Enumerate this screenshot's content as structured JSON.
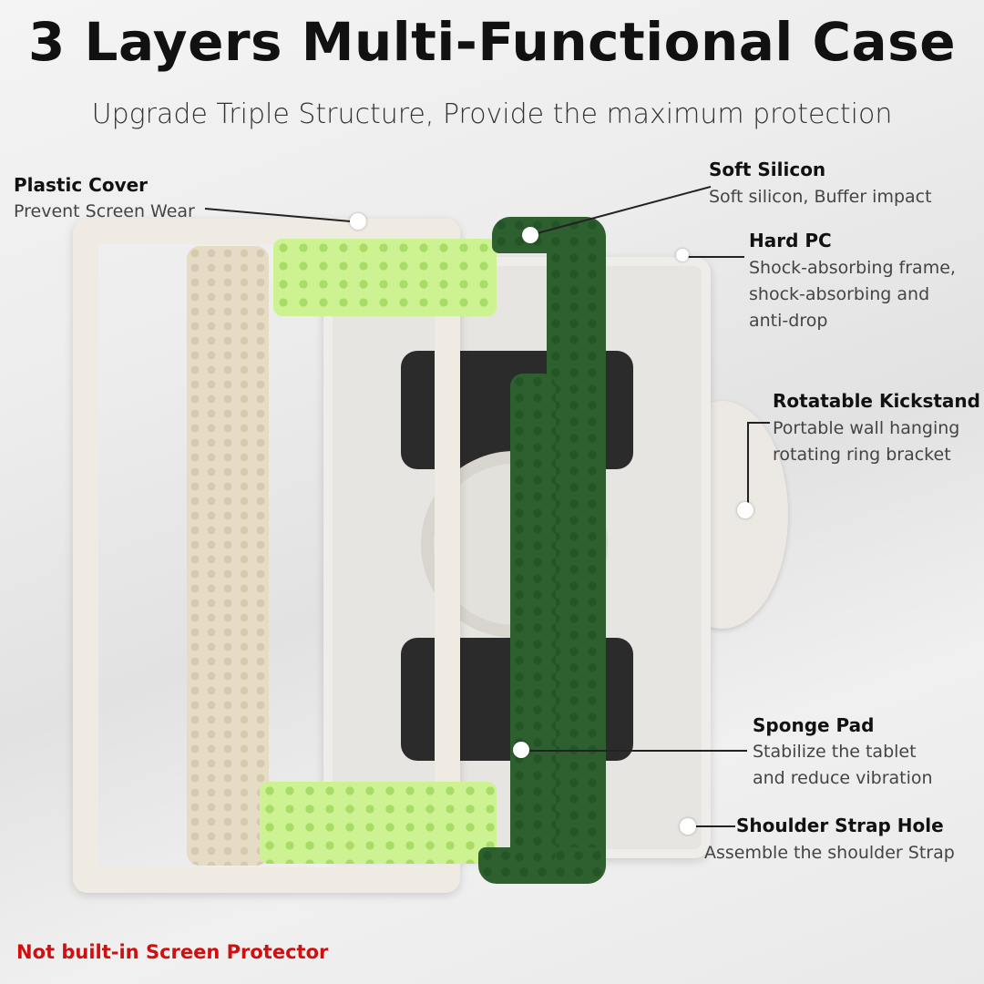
{
  "header": {
    "title": "3 Layers Multi-Functional Case",
    "subtitle": "Upgrade Triple Structure, Provide the maximum protection"
  },
  "callouts": {
    "plastic_cover": {
      "label": "Plastic Cover",
      "desc": "Prevent Screen Wear"
    },
    "soft_silicon": {
      "label": "Soft Silicon",
      "desc": "Soft silicon, Buffer impact"
    },
    "hard_pc": {
      "label": "Hard PC",
      "desc": [
        "Shock-absorbing frame,",
        "shock-absorbing and",
        "anti-drop"
      ]
    },
    "kickstand": {
      "label": "Rotatable Kickstand",
      "desc": [
        "Portable wall hanging",
        "rotating ring bracket"
      ]
    },
    "sponge_pad": {
      "label": "Sponge Pad",
      "desc": [
        "Stabilize the tablet",
        "and reduce vibration"
      ]
    },
    "strap_hole": {
      "label": "Shoulder Strap Hole",
      "desc": "Assemble the shoulder Strap"
    }
  },
  "notice": "Not built-in Screen Protector",
  "colors": {
    "silicon_green": "#2d5f2f",
    "lime": "#ccf291",
    "frame": "#efebe3",
    "notice_red": "#d01010"
  }
}
